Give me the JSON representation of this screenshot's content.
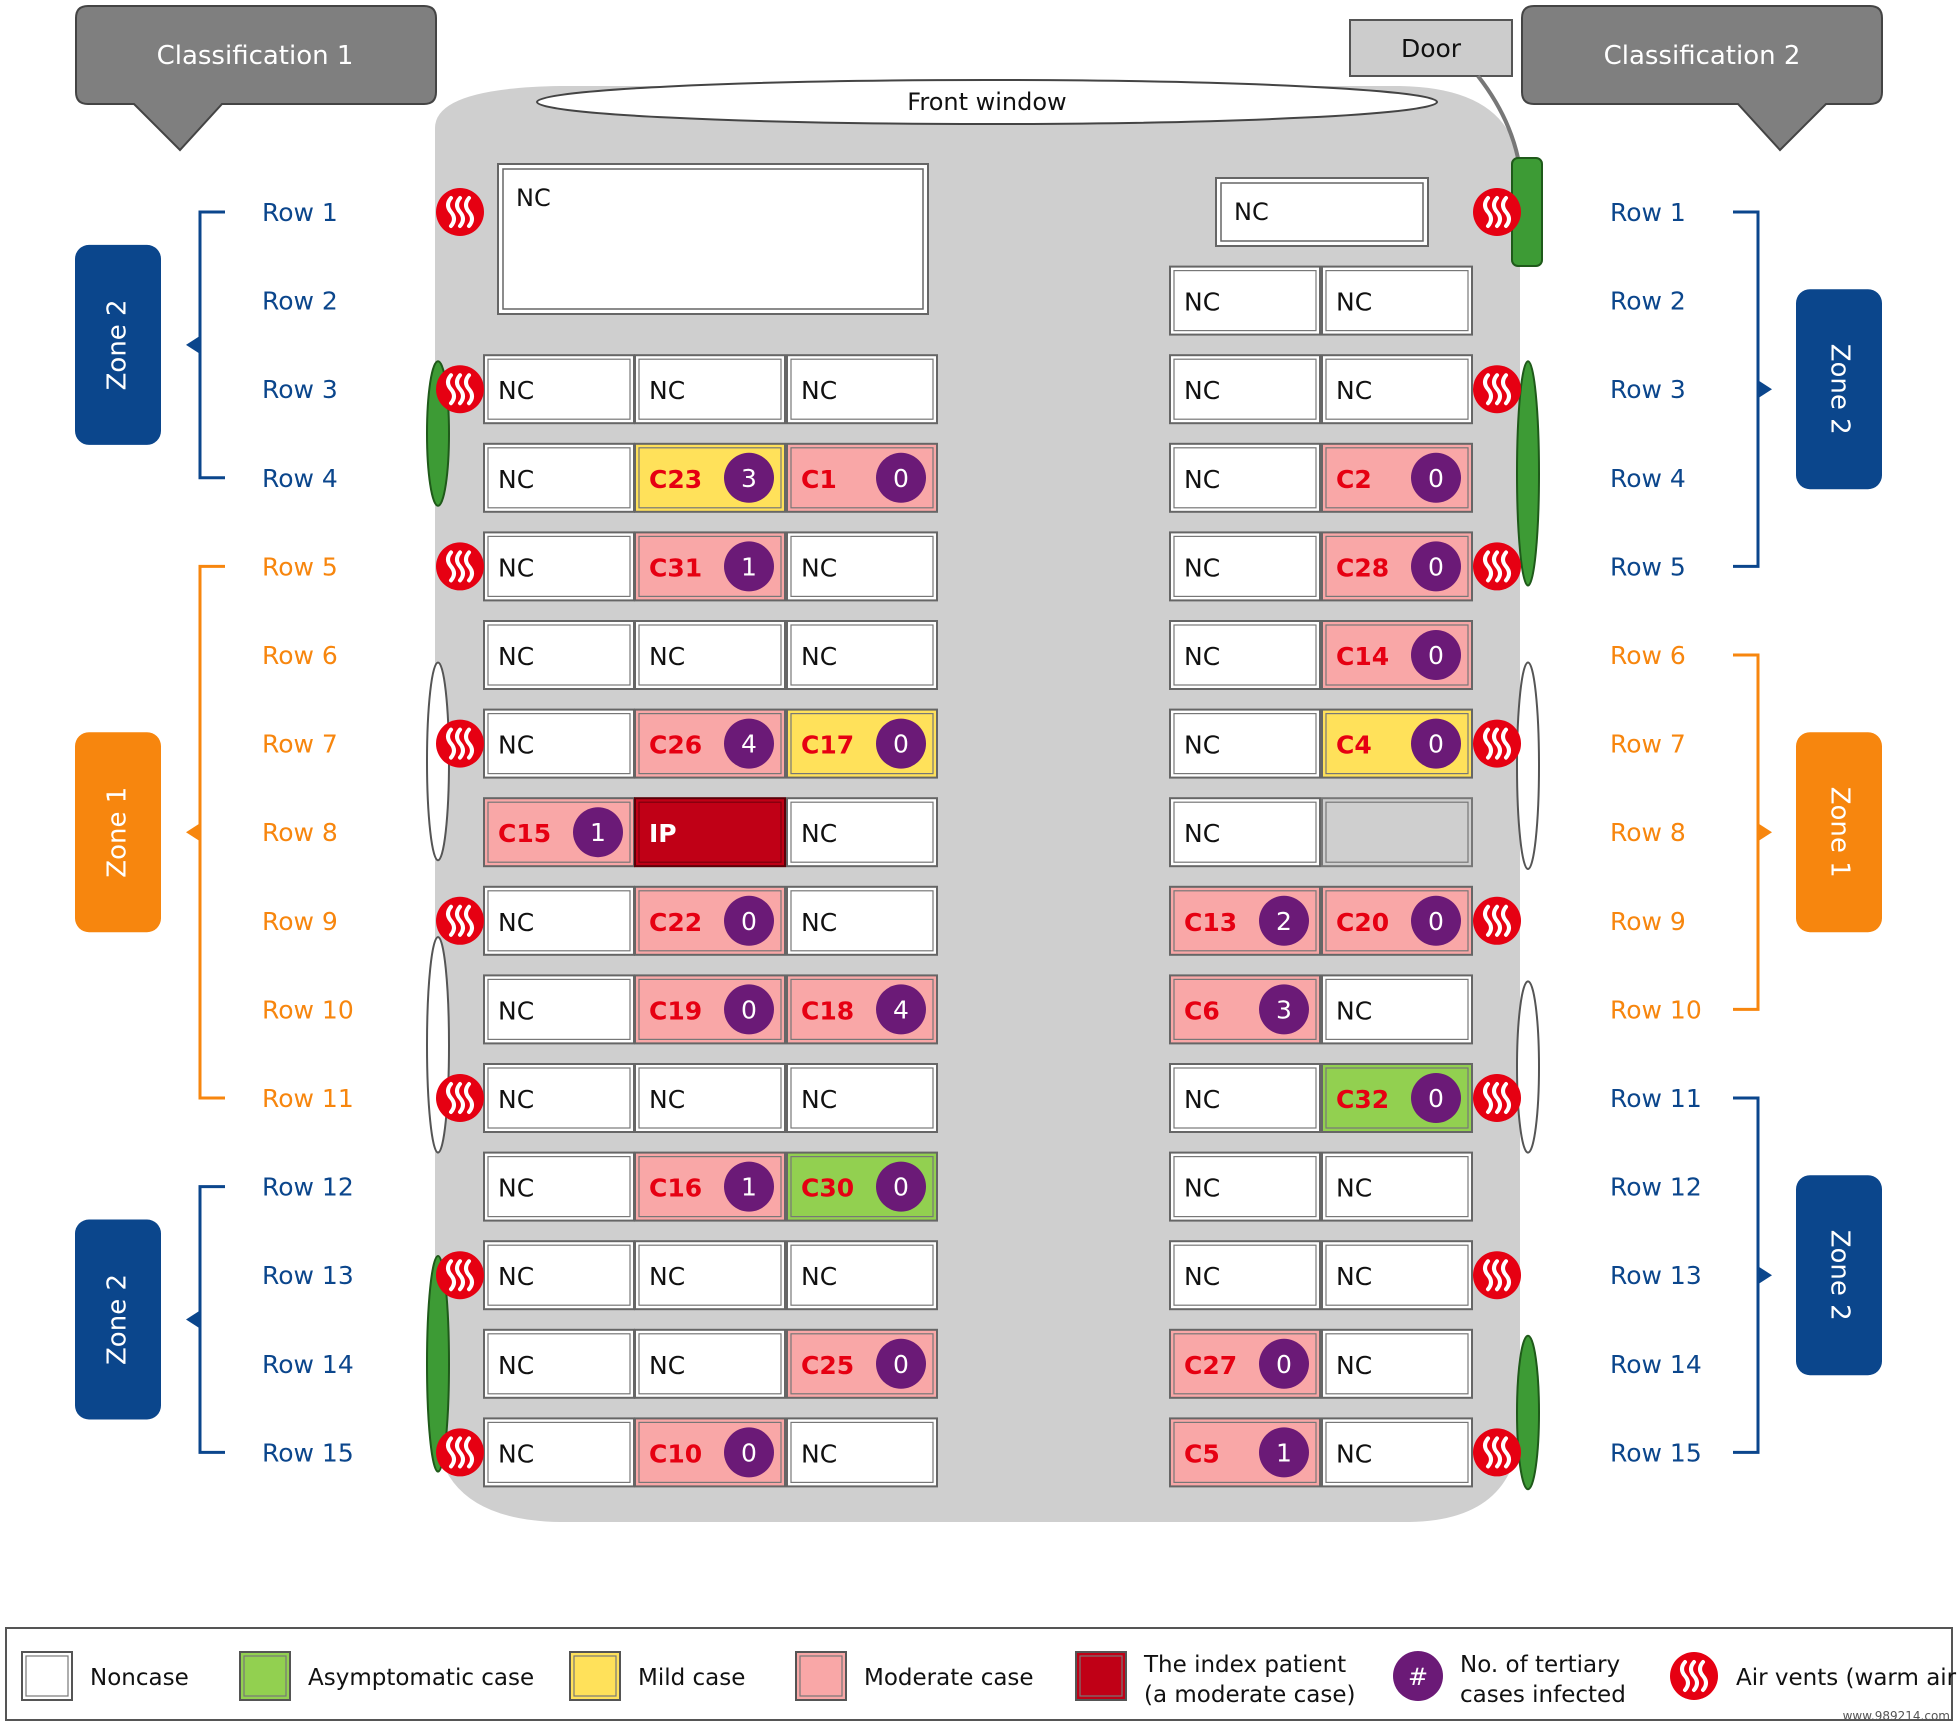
{
  "classification_left": "Classification 1",
  "classification_right": "Classification 2",
  "door": "Door",
  "front_window": "Front window",
  "colors": {
    "noncase": "#ffffff",
    "asymptomatic": "#92d050",
    "mild": "#ffe15a",
    "moderate": "#f9a7a7",
    "index_patient": "#c00016",
    "tertiary_badge": "#6b1a77",
    "air_vent": "#e60012",
    "zone1": "#f7860e",
    "zone2": "#0b468c",
    "window_green": "#3d9b35",
    "bus_body": "#cfcfcf"
  },
  "left_rows": [
    {
      "label": "Row 1",
      "zone": 2
    },
    {
      "label": "Row 2",
      "zone": 2
    },
    {
      "label": "Row 3",
      "zone": 2
    },
    {
      "label": "Row 4",
      "zone": 2
    },
    {
      "label": "Row 5",
      "zone": 1
    },
    {
      "label": "Row 6",
      "zone": 1
    },
    {
      "label": "Row 7",
      "zone": 1
    },
    {
      "label": "Row 8",
      "zone": 1
    },
    {
      "label": "Row 9",
      "zone": 1
    },
    {
      "label": "Row 10",
      "zone": 1
    },
    {
      "label": "Row 11",
      "zone": 1
    },
    {
      "label": "Row 12",
      "zone": 2
    },
    {
      "label": "Row 13",
      "zone": 2
    },
    {
      "label": "Row 14",
      "zone": 2
    },
    {
      "label": "Row 15",
      "zone": 2
    }
  ],
  "right_rows": [
    {
      "label": "Row 1",
      "zone": 2
    },
    {
      "label": "Row 2",
      "zone": 2
    },
    {
      "label": "Row 3",
      "zone": 2
    },
    {
      "label": "Row 4",
      "zone": 2
    },
    {
      "label": "Row 5",
      "zone": 2
    },
    {
      "label": "Row 6",
      "zone": 1
    },
    {
      "label": "Row 7",
      "zone": 1
    },
    {
      "label": "Row 8",
      "zone": 1
    },
    {
      "label": "Row 9",
      "zone": 1
    },
    {
      "label": "Row 10",
      "zone": 1
    },
    {
      "label": "Row 11",
      "zone": 2
    },
    {
      "label": "Row 12",
      "zone": 2
    },
    {
      "label": "Row 13",
      "zone": 2
    },
    {
      "label": "Row 14",
      "zone": 2
    },
    {
      "label": "Row 15",
      "zone": 2
    }
  ],
  "zones_left": [
    {
      "label": "Zone 2",
      "zone": 2,
      "from_row": 1,
      "to_row": 4
    },
    {
      "label": "Zone 1",
      "zone": 1,
      "from_row": 5,
      "to_row": 11
    },
    {
      "label": "Zone 2",
      "zone": 2,
      "from_row": 12,
      "to_row": 15
    }
  ],
  "zones_right": [
    {
      "label": "Zone 2",
      "zone": 2,
      "from_row": 1,
      "to_row": 5
    },
    {
      "label": "Zone 1",
      "zone": 1,
      "from_row": 6,
      "to_row": 10
    },
    {
      "label": "Zone 2",
      "zone": 2,
      "from_row": 11,
      "to_row": 15
    }
  ],
  "front_left_block": {
    "label": "NC"
  },
  "front_right_seat": {
    "label": "NC"
  },
  "seats": [
    {
      "row": 2,
      "side": "R",
      "col": 0,
      "label": "NC",
      "type": "noncase"
    },
    {
      "row": 2,
      "side": "R",
      "col": 1,
      "label": "NC",
      "type": "noncase"
    },
    {
      "row": 3,
      "side": "L",
      "col": 0,
      "label": "NC",
      "type": "noncase"
    },
    {
      "row": 3,
      "side": "L",
      "col": 1,
      "label": "NC",
      "type": "noncase"
    },
    {
      "row": 3,
      "side": "L",
      "col": 2,
      "label": "NC",
      "type": "noncase"
    },
    {
      "row": 3,
      "side": "R",
      "col": 0,
      "label": "NC",
      "type": "noncase"
    },
    {
      "row": 3,
      "side": "R",
      "col": 1,
      "label": "NC",
      "type": "noncase"
    },
    {
      "row": 4,
      "side": "L",
      "col": 0,
      "label": "NC",
      "type": "noncase"
    },
    {
      "row": 4,
      "side": "L",
      "col": 1,
      "label": "C23",
      "type": "mild",
      "tertiary": "3"
    },
    {
      "row": 4,
      "side": "L",
      "col": 2,
      "label": "C1",
      "type": "moderate",
      "tertiary": "0"
    },
    {
      "row": 4,
      "side": "R",
      "col": 0,
      "label": "NC",
      "type": "noncase"
    },
    {
      "row": 4,
      "side": "R",
      "col": 1,
      "label": "C2",
      "type": "moderate",
      "tertiary": "0"
    },
    {
      "row": 5,
      "side": "L",
      "col": 0,
      "label": "NC",
      "type": "noncase"
    },
    {
      "row": 5,
      "side": "L",
      "col": 1,
      "label": "C31",
      "type": "moderate",
      "tertiary": "1"
    },
    {
      "row": 5,
      "side": "L",
      "col": 2,
      "label": "NC",
      "type": "noncase"
    },
    {
      "row": 5,
      "side": "R",
      "col": 0,
      "label": "NC",
      "type": "noncase"
    },
    {
      "row": 5,
      "side": "R",
      "col": 1,
      "label": "C28",
      "type": "moderate",
      "tertiary": "0"
    },
    {
      "row": 6,
      "side": "L",
      "col": 0,
      "label": "NC",
      "type": "noncase"
    },
    {
      "row": 6,
      "side": "L",
      "col": 1,
      "label": "NC",
      "type": "noncase"
    },
    {
      "row": 6,
      "side": "L",
      "col": 2,
      "label": "NC",
      "type": "noncase"
    },
    {
      "row": 6,
      "side": "R",
      "col": 0,
      "label": "NC",
      "type": "noncase"
    },
    {
      "row": 6,
      "side": "R",
      "col": 1,
      "label": "C14",
      "type": "moderate",
      "tertiary": "0"
    },
    {
      "row": 7,
      "side": "L",
      "col": 0,
      "label": "NC",
      "type": "noncase"
    },
    {
      "row": 7,
      "side": "L",
      "col": 1,
      "label": "C26",
      "type": "moderate",
      "tertiary": "4"
    },
    {
      "row": 7,
      "side": "L",
      "col": 2,
      "label": "C17",
      "type": "mild",
      "tertiary": "0"
    },
    {
      "row": 7,
      "side": "R",
      "col": 0,
      "label": "NC",
      "type": "noncase"
    },
    {
      "row": 7,
      "side": "R",
      "col": 1,
      "label": "C4",
      "type": "mild",
      "tertiary": "0"
    },
    {
      "row": 8,
      "side": "L",
      "col": 0,
      "label": "C15",
      "type": "moderate",
      "tertiary": "1"
    },
    {
      "row": 8,
      "side": "L",
      "col": 1,
      "label": "IP",
      "type": "index"
    },
    {
      "row": 8,
      "side": "L",
      "col": 2,
      "label": "NC",
      "type": "noncase"
    },
    {
      "row": 8,
      "side": "R",
      "col": 0,
      "label": "NC",
      "type": "noncase"
    },
    {
      "row": 8,
      "side": "R",
      "col": 1,
      "label": "",
      "type": "empty"
    },
    {
      "row": 9,
      "side": "L",
      "col": 0,
      "label": "NC",
      "type": "noncase"
    },
    {
      "row": 9,
      "side": "L",
      "col": 1,
      "label": "C22",
      "type": "moderate",
      "tertiary": "0"
    },
    {
      "row": 9,
      "side": "L",
      "col": 2,
      "label": "NC",
      "type": "noncase"
    },
    {
      "row": 9,
      "side": "R",
      "col": 0,
      "label": "C13",
      "type": "moderate",
      "tertiary": "2"
    },
    {
      "row": 9,
      "side": "R",
      "col": 1,
      "label": "C20",
      "type": "moderate",
      "tertiary": "0"
    },
    {
      "row": 10,
      "side": "L",
      "col": 0,
      "label": "NC",
      "type": "noncase"
    },
    {
      "row": 10,
      "side": "L",
      "col": 1,
      "label": "C19",
      "type": "moderate",
      "tertiary": "0"
    },
    {
      "row": 10,
      "side": "L",
      "col": 2,
      "label": "C18",
      "type": "moderate",
      "tertiary": "4"
    },
    {
      "row": 10,
      "side": "R",
      "col": 0,
      "label": "C6",
      "type": "moderate",
      "tertiary": "3"
    },
    {
      "row": 10,
      "side": "R",
      "col": 1,
      "label": "NC",
      "type": "noncase"
    },
    {
      "row": 11,
      "side": "L",
      "col": 0,
      "label": "NC",
      "type": "noncase"
    },
    {
      "row": 11,
      "side": "L",
      "col": 1,
      "label": "NC",
      "type": "noncase"
    },
    {
      "row": 11,
      "side": "L",
      "col": 2,
      "label": "NC",
      "type": "noncase"
    },
    {
      "row": 11,
      "side": "R",
      "col": 0,
      "label": "NC",
      "type": "noncase"
    },
    {
      "row": 11,
      "side": "R",
      "col": 1,
      "label": "C32",
      "type": "asymptomatic",
      "tertiary": "0"
    },
    {
      "row": 12,
      "side": "L",
      "col": 0,
      "label": "NC",
      "type": "noncase"
    },
    {
      "row": 12,
      "side": "L",
      "col": 1,
      "label": "C16",
      "type": "moderate",
      "tertiary": "1"
    },
    {
      "row": 12,
      "side": "L",
      "col": 2,
      "label": "C30",
      "type": "asymptomatic",
      "tertiary": "0"
    },
    {
      "row": 12,
      "side": "R",
      "col": 0,
      "label": "NC",
      "type": "noncase"
    },
    {
      "row": 12,
      "side": "R",
      "col": 1,
      "label": "NC",
      "type": "noncase"
    },
    {
      "row": 13,
      "side": "L",
      "col": 0,
      "label": "NC",
      "type": "noncase"
    },
    {
      "row": 13,
      "side": "L",
      "col": 1,
      "label": "NC",
      "type": "noncase"
    },
    {
      "row": 13,
      "side": "L",
      "col": 2,
      "label": "NC",
      "type": "noncase"
    },
    {
      "row": 13,
      "side": "R",
      "col": 0,
      "label": "NC",
      "type": "noncase"
    },
    {
      "row": 13,
      "side": "R",
      "col": 1,
      "label": "NC",
      "type": "noncase"
    },
    {
      "row": 14,
      "side": "L",
      "col": 0,
      "label": "NC",
      "type": "noncase"
    },
    {
      "row": 14,
      "side": "L",
      "col": 1,
      "label": "NC",
      "type": "noncase"
    },
    {
      "row": 14,
      "side": "L",
      "col": 2,
      "label": "C25",
      "type": "moderate",
      "tertiary": "0"
    },
    {
      "row": 14,
      "side": "R",
      "col": 0,
      "label": "C27",
      "type": "moderate",
      "tertiary": "0"
    },
    {
      "row": 14,
      "side": "R",
      "col": 1,
      "label": "NC",
      "type": "noncase"
    },
    {
      "row": 15,
      "side": "L",
      "col": 0,
      "label": "NC",
      "type": "noncase"
    },
    {
      "row": 15,
      "side": "L",
      "col": 1,
      "label": "C10",
      "type": "moderate",
      "tertiary": "0"
    },
    {
      "row": 15,
      "side": "L",
      "col": 2,
      "label": "NC",
      "type": "noncase"
    },
    {
      "row": 15,
      "side": "R",
      "col": 0,
      "label": "C5",
      "type": "moderate",
      "tertiary": "1"
    },
    {
      "row": 15,
      "side": "R",
      "col": 1,
      "label": "NC",
      "type": "noncase"
    }
  ],
  "air_vents": [
    {
      "side": "L",
      "row": 1
    },
    {
      "side": "L",
      "row": 3
    },
    {
      "side": "L",
      "row": 5
    },
    {
      "side": "L",
      "row": 7
    },
    {
      "side": "L",
      "row": 9
    },
    {
      "side": "L",
      "row": 11
    },
    {
      "side": "L",
      "row": 13
    },
    {
      "side": "L",
      "row": 15
    },
    {
      "side": "R",
      "row": 1
    },
    {
      "side": "R",
      "row": 3
    },
    {
      "side": "R",
      "row": 5
    },
    {
      "side": "R",
      "row": 7
    },
    {
      "side": "R",
      "row": 9
    },
    {
      "side": "R",
      "row": 11
    },
    {
      "side": "R",
      "row": 13
    },
    {
      "side": "R",
      "row": 15
    }
  ],
  "side_windows": [
    {
      "side": "L",
      "from_row": 3,
      "to_row": 4,
      "style": "green"
    },
    {
      "side": "L",
      "from_row": 6.4,
      "to_row": 8,
      "style": "white"
    },
    {
      "side": "L",
      "from_row": 9.5,
      "to_row": 11.3,
      "style": "white"
    },
    {
      "side": "L",
      "from_row": 13.1,
      "to_row": 14.9,
      "style": "green"
    },
    {
      "side": "R",
      "from_row": 3,
      "to_row": 4.9,
      "style": "green"
    },
    {
      "side": "R",
      "from_row": 6.4,
      "to_row": 8.1,
      "style": "white"
    },
    {
      "side": "R",
      "from_row": 10,
      "to_row": 11.3,
      "style": "white"
    },
    {
      "side": "R",
      "from_row": 14,
      "to_row": 15.1,
      "style": "green"
    }
  ],
  "legend": [
    {
      "key": "noncase",
      "lines": [
        "Noncase"
      ]
    },
    {
      "key": "asymptomatic",
      "lines": [
        "Asymptomatic case"
      ]
    },
    {
      "key": "mild",
      "lines": [
        "Mild case"
      ]
    },
    {
      "key": "moderate",
      "lines": [
        "Moderate case"
      ]
    },
    {
      "key": "index",
      "lines": [
        "The index patient",
        "(a moderate case)"
      ]
    },
    {
      "key": "tertiary",
      "symbol": "#",
      "lines": [
        "No. of tertiary",
        "cases infected"
      ]
    },
    {
      "key": "vent",
      "lines": [
        "Air vents (warm air)"
      ]
    }
  ],
  "watermark": "www.989214.com"
}
